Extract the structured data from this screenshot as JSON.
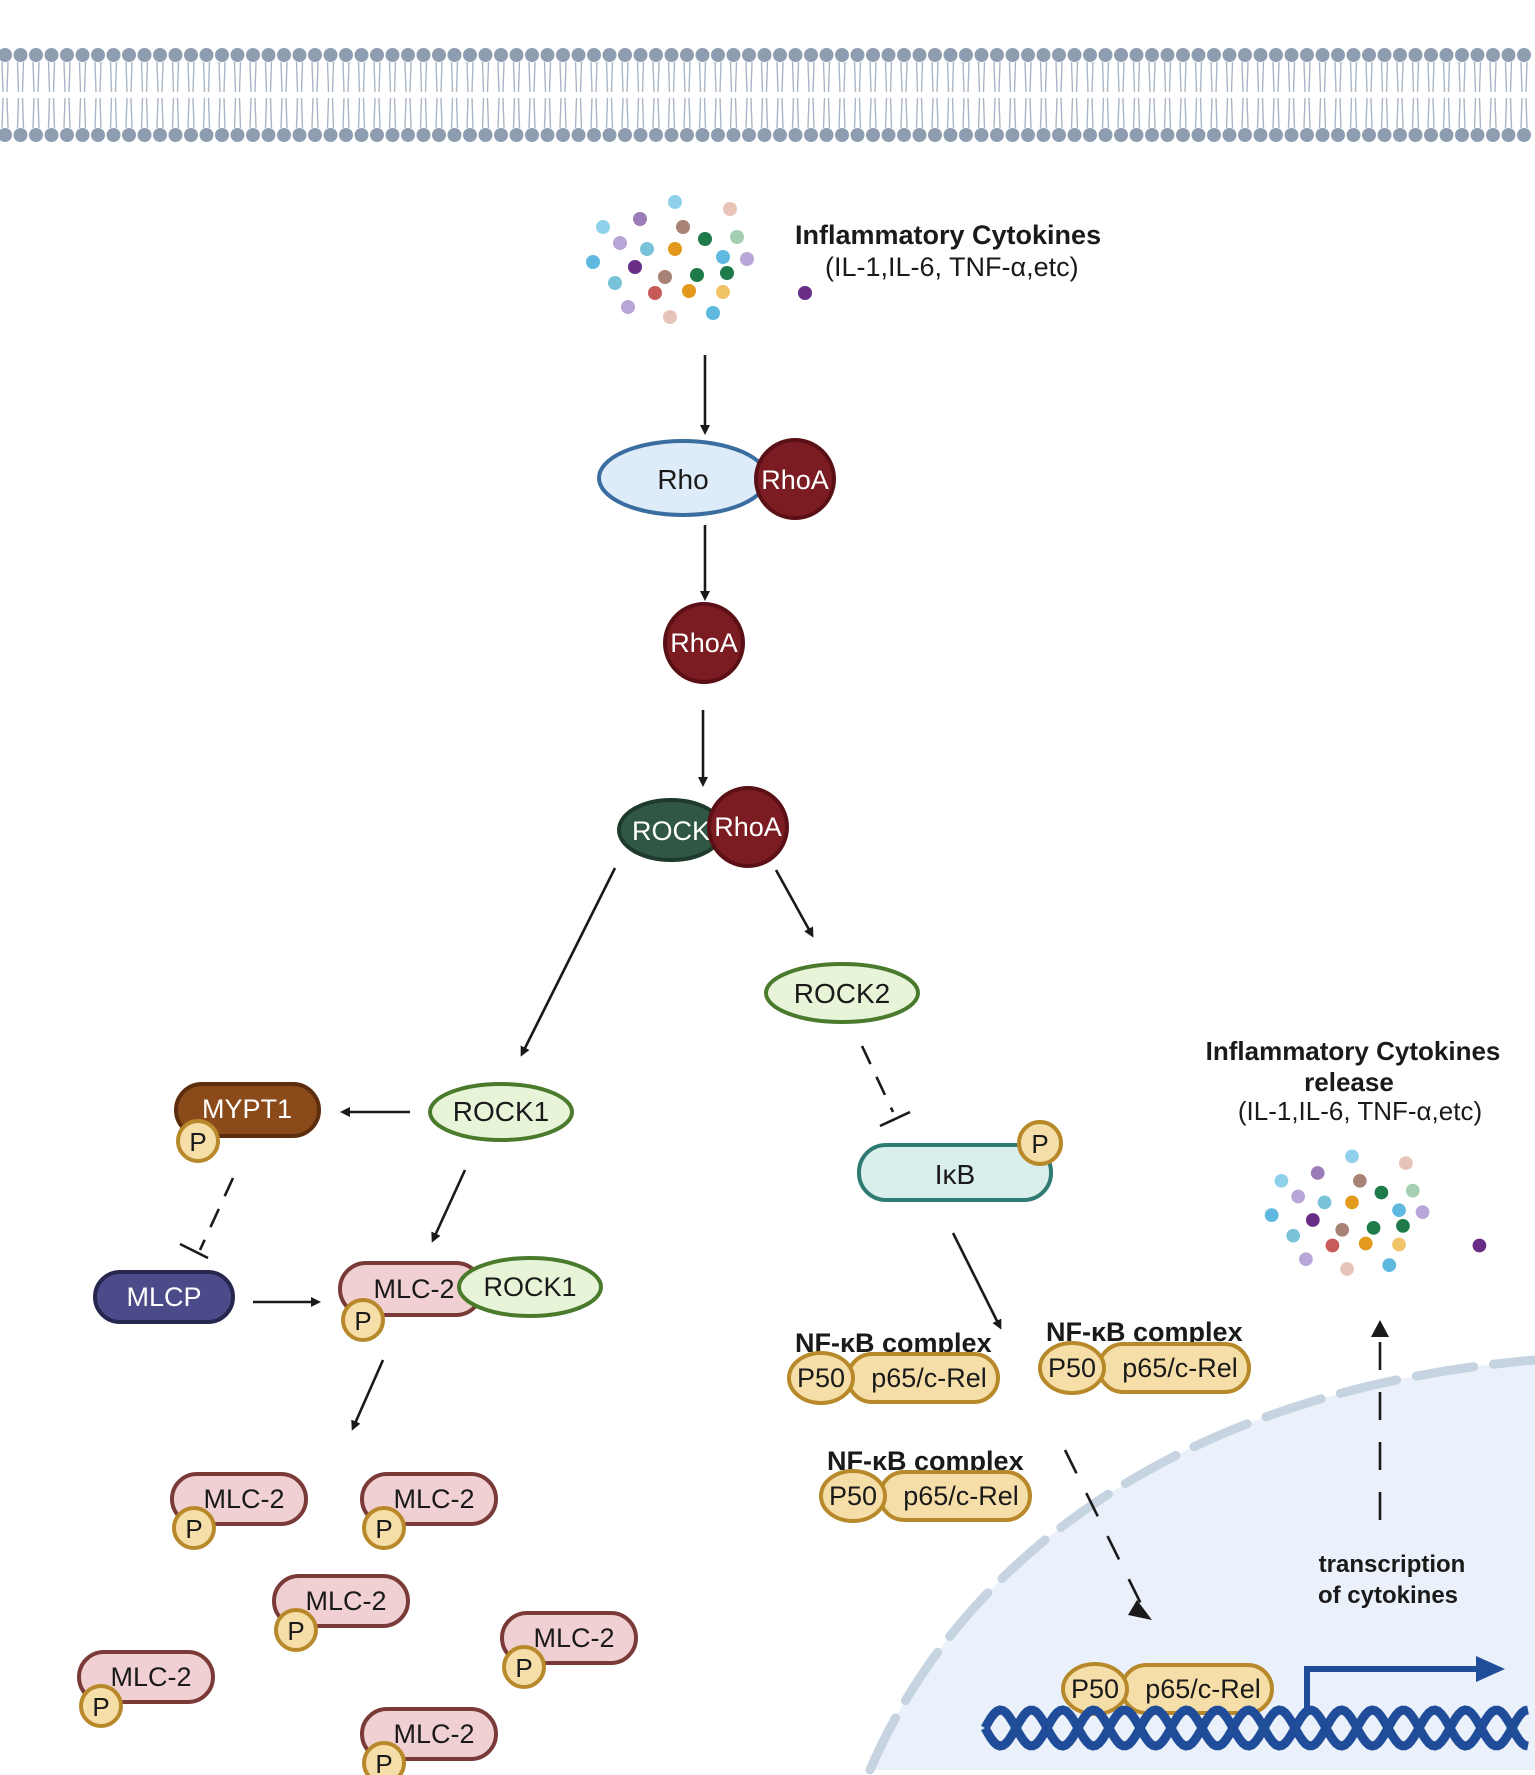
{
  "cytokines_top": {
    "title": "Inflammatory Cytokines",
    "subtitle": "(IL-1,IL-6, TNF-α,etc)"
  },
  "cytokines_release": {
    "title_line1": "Inflammatory Cytokines",
    "title_line2": "release",
    "subtitle": "(IL-1,IL-6, TNF-α,etc)"
  },
  "nodes": {
    "rho": "Rho",
    "rhoa": "RhoA",
    "rock": "ROCK",
    "rock1": "ROCK1",
    "rock2": "ROCK2",
    "mypt1": "MYPT1",
    "mlcp": "MLCP",
    "mlc2": "MLC-2",
    "ikb": "IκB",
    "p": "P",
    "p50": "P50",
    "p65": "p65/c-Rel"
  },
  "nfkb_label": "NF-κB complex",
  "transcription": {
    "line1": "transcription",
    "line2": "of cytokines"
  },
  "colors": {
    "membrane": "#8f9db1",
    "rhoa": "#7b1c22",
    "rock": "#2f5744",
    "rock_light_fill": "#e8f4d8",
    "rock_light_stroke": "#4a7a2c",
    "mypt1": "#8a4a1a",
    "mlcp": "#4b4b8a",
    "mlc2_fill": "#f0d0d2",
    "mlc2_stroke": "#7a3a38",
    "p_fill": "#f6dea8",
    "p_stroke": "#b8892a",
    "ikb_fill": "#d8efec",
    "ikb_stroke": "#2f7a72",
    "nucleus": "#eaf1fa",
    "dna": "#1f4d99"
  }
}
